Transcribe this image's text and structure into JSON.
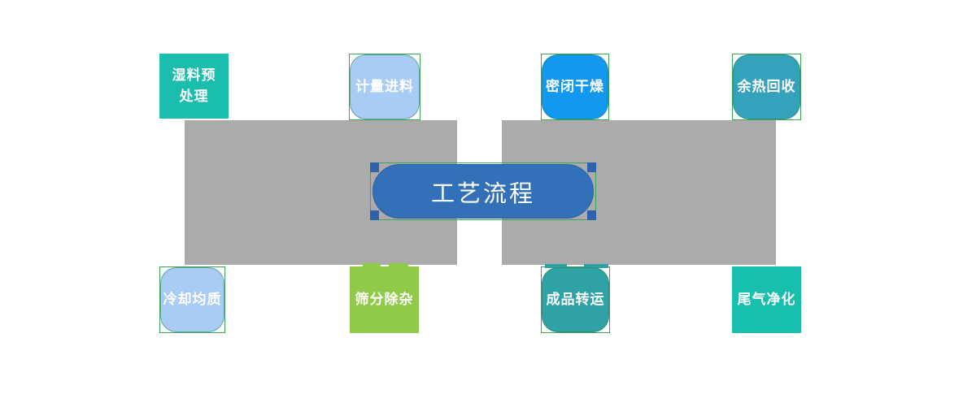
{
  "center": {
    "label": "工艺流程"
  },
  "nodes": [
    {
      "id": "wet-pretreatment",
      "label": "湿料预处理",
      "lines": [
        "湿料预",
        "处理"
      ],
      "shape": "square",
      "fill": "#1BBEAC",
      "row": "top"
    },
    {
      "id": "metered-feeding",
      "label": "计量进料",
      "shape": "rounded-outlined",
      "fill": "#A9CCF4",
      "row": "top"
    },
    {
      "id": "closed-drying",
      "label": "密闭干燥",
      "shape": "rounded-outlined",
      "fill": "#1398EF",
      "row": "top"
    },
    {
      "id": "waste-heat-recovery",
      "label": "余热回收",
      "shape": "rounded-outlined",
      "fill": "#35A2BC",
      "row": "top"
    },
    {
      "id": "cooling-homogenization",
      "label": "冷却均质",
      "shape": "rounded-outlined",
      "fill": "#A9CCF4",
      "row": "bottom"
    },
    {
      "id": "screening-impurity-removal",
      "label": "筛分除杂",
      "shape": "square",
      "fill": "#8FCB49",
      "row": "bottom"
    },
    {
      "id": "finished-product-transfer",
      "label": "成品转运",
      "shape": "rounded-outlined",
      "fill": "#2FA2A6",
      "row": "bottom"
    },
    {
      "id": "tail-gas-purification",
      "label": "尾气净化",
      "shape": "square",
      "fill": "#19BFAD",
      "row": "bottom"
    }
  ],
  "palette": {
    "panel_gray": "#ABABAB",
    "outline_green": "#38A653",
    "center_fill": "#3270B8",
    "center_notch": "#2E63AB",
    "label_text": "#FFFFFF"
  }
}
